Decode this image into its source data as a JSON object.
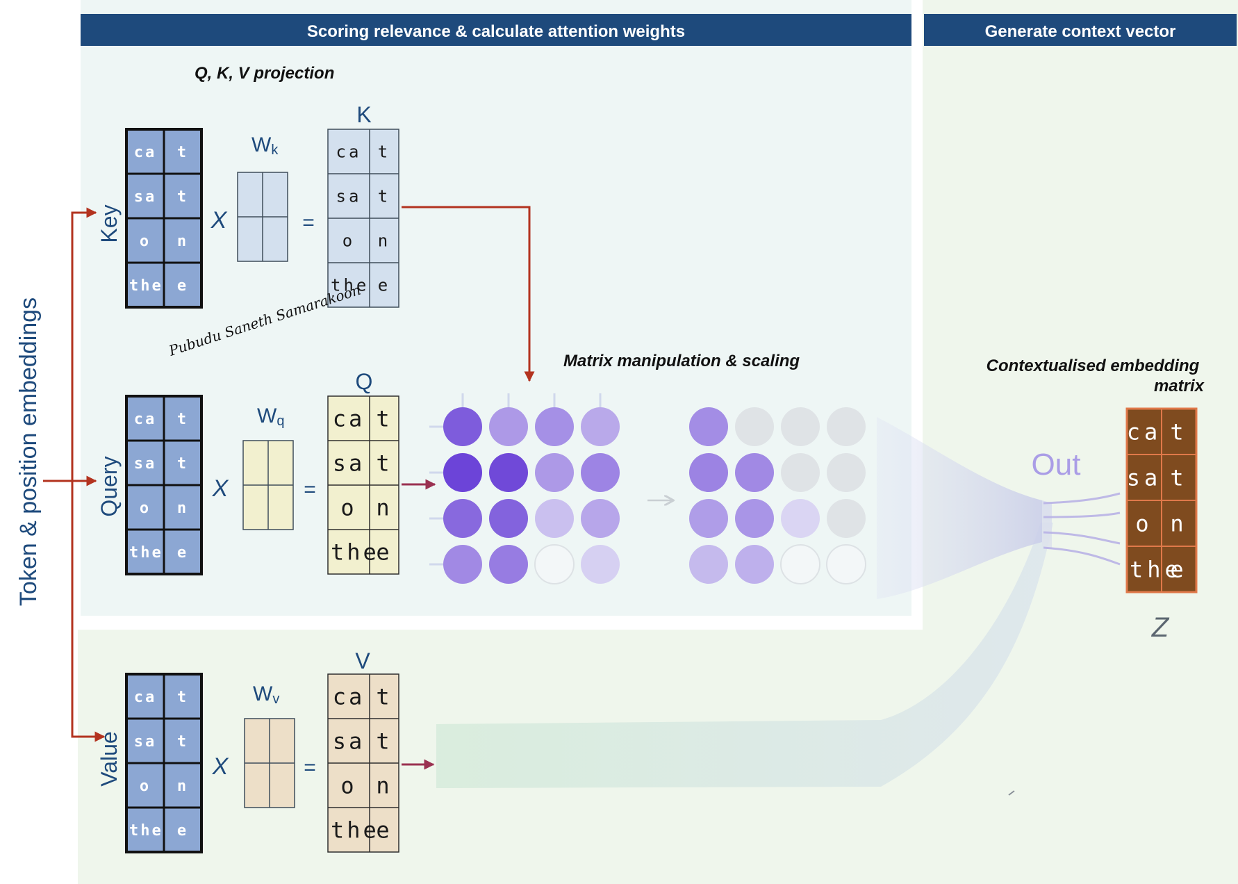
{
  "sections": {
    "scoring_title": "Scoring relevance & calculate attention weights",
    "context_title": "Generate context vector"
  },
  "subtitles": {
    "projection": "Q, K, V projection",
    "manipulation": "Matrix manipulation & scaling",
    "contextualised": "Contextualised embedding matrix"
  },
  "side_label": "Token & position embeddings",
  "rows": {
    "key": {
      "label": "Key",
      "weight": "W",
      "weight_sub": "k",
      "result": "K"
    },
    "query": {
      "label": "Query",
      "weight": "W",
      "weight_sub": "q",
      "result": "Q"
    },
    "value": {
      "label": "Value",
      "weight": "W",
      "weight_sub": "v",
      "result": "V"
    }
  },
  "operators": {
    "multiply": "X",
    "equals": "="
  },
  "matrix_cells": [
    [
      "ca",
      "t"
    ],
    [
      "sa",
      "t"
    ],
    [
      "o",
      "n"
    ],
    [
      "the",
      "e"
    ]
  ],
  "out_label": "Out",
  "z_label": "Z",
  "signature": "Pubudu Saneth Samarakoon",
  "colors": {
    "header_bg": "#1e4a7c",
    "top_panel": "#eef6f5",
    "bottom_panel": "#eff6ec",
    "input_blue": "#8ca7d3",
    "key_blue": "#d3e0ee",
    "query_yellow": "#f2f0cf",
    "value_tan": "#eddfc8",
    "z_brown": "#7f4b1f",
    "arrow_red": "#b3331f",
    "arrow_plum": "#9a3151",
    "out_purple": "#aa9de6"
  },
  "attention_scores": [
    [
      0.8,
      0.42,
      0.48,
      0.32
    ],
    [
      0.95,
      0.92,
      0.42,
      0.55
    ],
    [
      0.72,
      0.76,
      0.18,
      0.34
    ],
    [
      0.52,
      0.6,
      0.0,
      0.08
    ]
  ],
  "attention_weights": [
    [
      0.5,
      0.0,
      0.0,
      0.0
    ],
    [
      0.56,
      0.52,
      0.0,
      0.0
    ],
    [
      0.4,
      0.45,
      0.05,
      0.0
    ],
    [
      0.22,
      0.28,
      0.0,
      0.0
    ]
  ]
}
